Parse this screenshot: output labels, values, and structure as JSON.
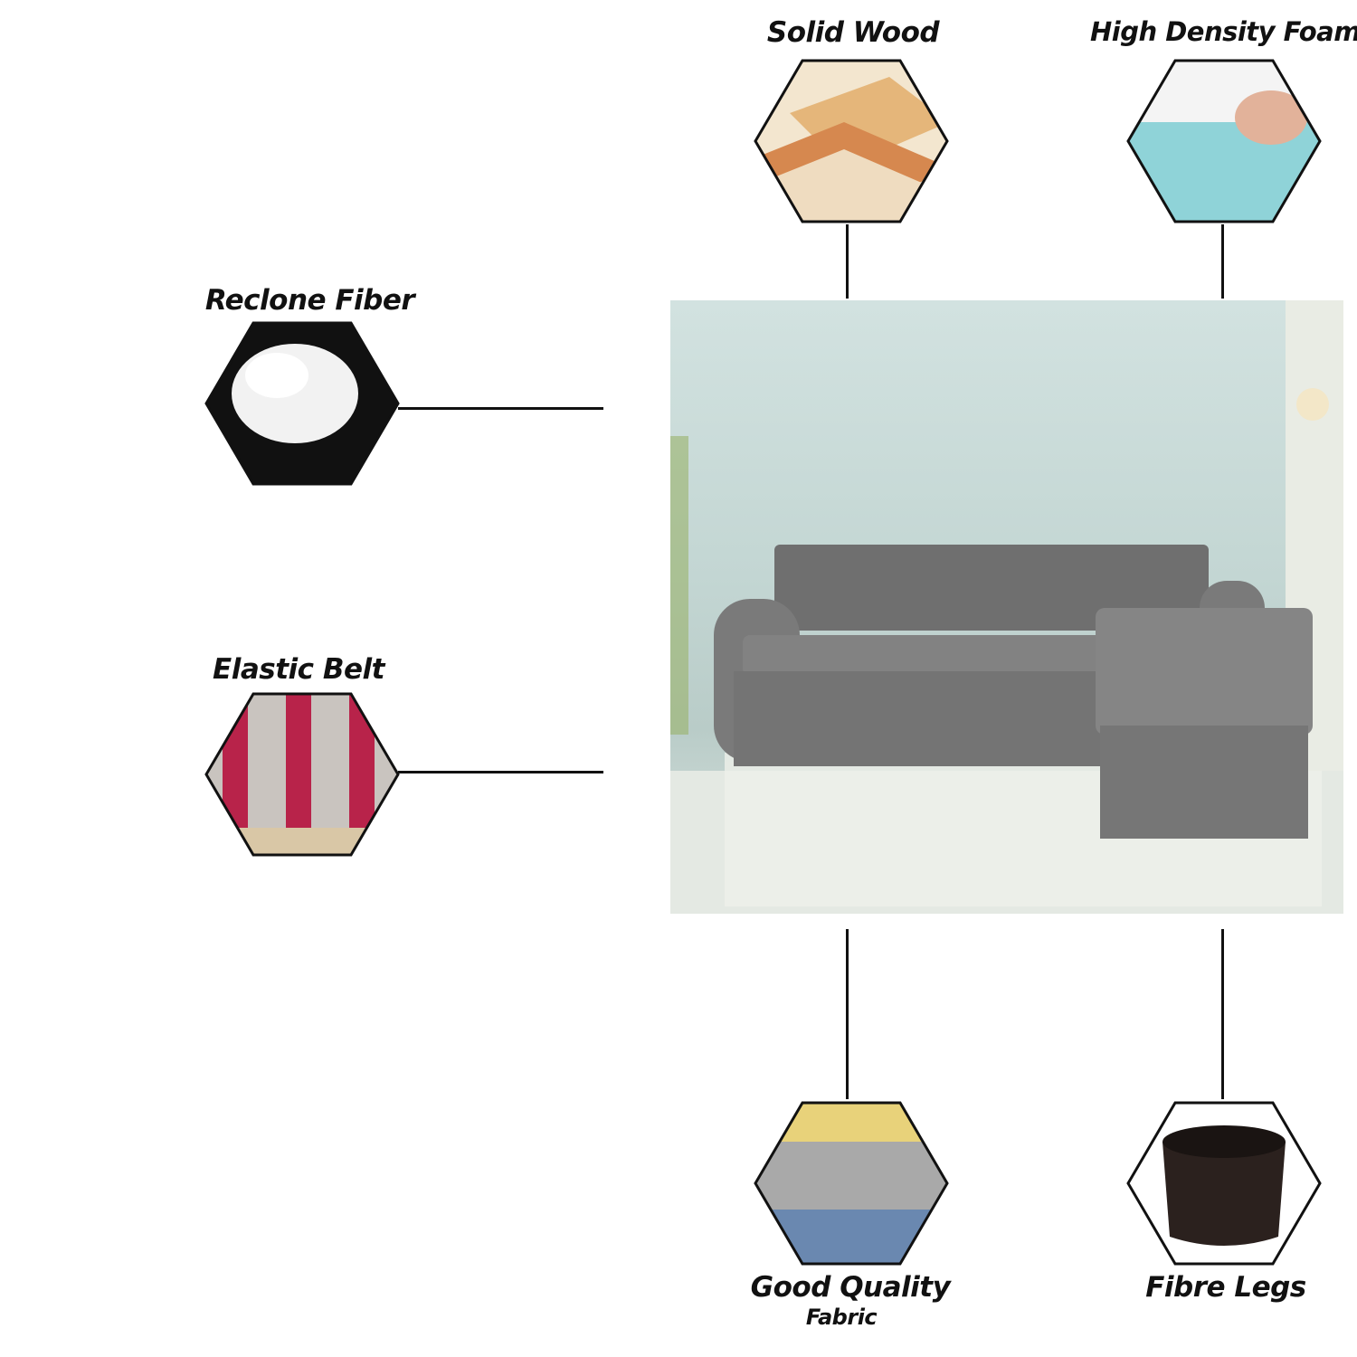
{
  "features": {
    "solid_wood": "Solid Wood",
    "high_density_foam": "High Density Foam",
    "reclone_fiber": "Reclone Fiber",
    "elastic_belt": "Elastic Belt",
    "fabric_line1": "Good Quality",
    "fabric_line2": "Fabric",
    "fibre_legs": "Fibre Legs"
  },
  "colors": {
    "line": "#111111",
    "sofa": "#7a7a7a"
  }
}
